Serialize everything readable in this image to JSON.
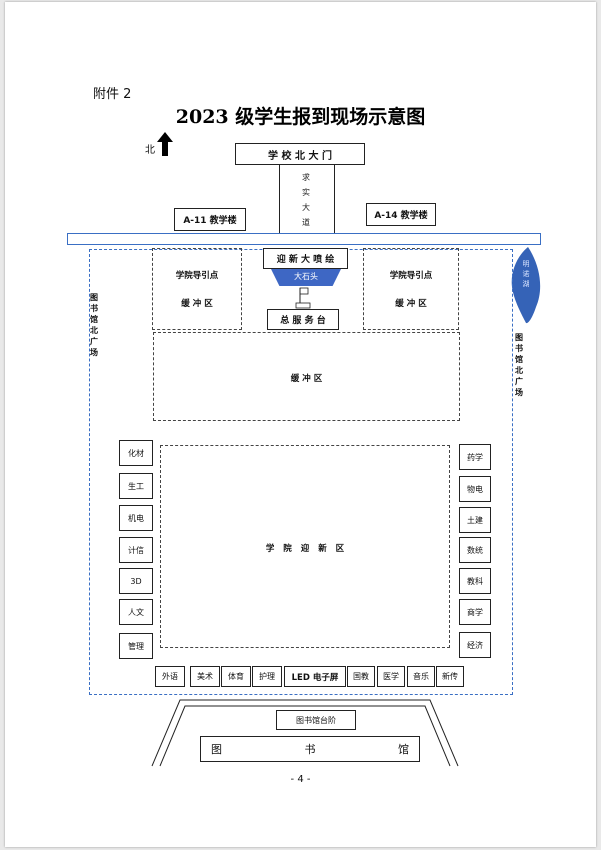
{
  "attachment": "附件 2",
  "title": "2023 级学生报到现场示意图",
  "north_label": "北",
  "north_gate": "学 校 北 大 门",
  "avenue": [
    "求",
    "实",
    "大",
    "道"
  ],
  "building_left": "A-11 教学楼",
  "building_right": "A-14 教学楼",
  "lake": [
    "明",
    "诺",
    "湖"
  ],
  "plaza_left": [
    "图",
    "书",
    "馆",
    "北",
    "广",
    "场"
  ],
  "plaza_right": [
    "图",
    "书",
    "馆",
    "北",
    "广",
    "场"
  ],
  "fountain": "迎 新 大 喷 绘",
  "big_stone": "大石头",
  "service_desk": "总 服 务 台",
  "guide_left": {
    "title": "学院导引点",
    "sub": "缓 冲 区"
  },
  "guide_right": {
    "title": "学院导引点",
    "sub": "缓 冲 区"
  },
  "buffer_middle": "缓 冲 区",
  "welcome_area": "学 院 迎 新 区",
  "left_colleges": [
    "化材",
    "生工",
    "机电",
    "计信",
    "3D",
    "人文",
    "管理"
  ],
  "right_colleges": [
    "药学",
    "物电",
    "土建",
    "数统",
    "教科",
    "商学",
    "经济"
  ],
  "bottom_colleges_left": [
    "外语",
    "美术",
    "体育",
    "护理"
  ],
  "led_screen": "LED 电子屏",
  "bottom_colleges_right": [
    "国教",
    "医学",
    "音乐",
    "新传"
  ],
  "library_steps": "图书馆台阶",
  "library": [
    "图",
    "书",
    "馆"
  ],
  "page_number": "- 4 -"
}
